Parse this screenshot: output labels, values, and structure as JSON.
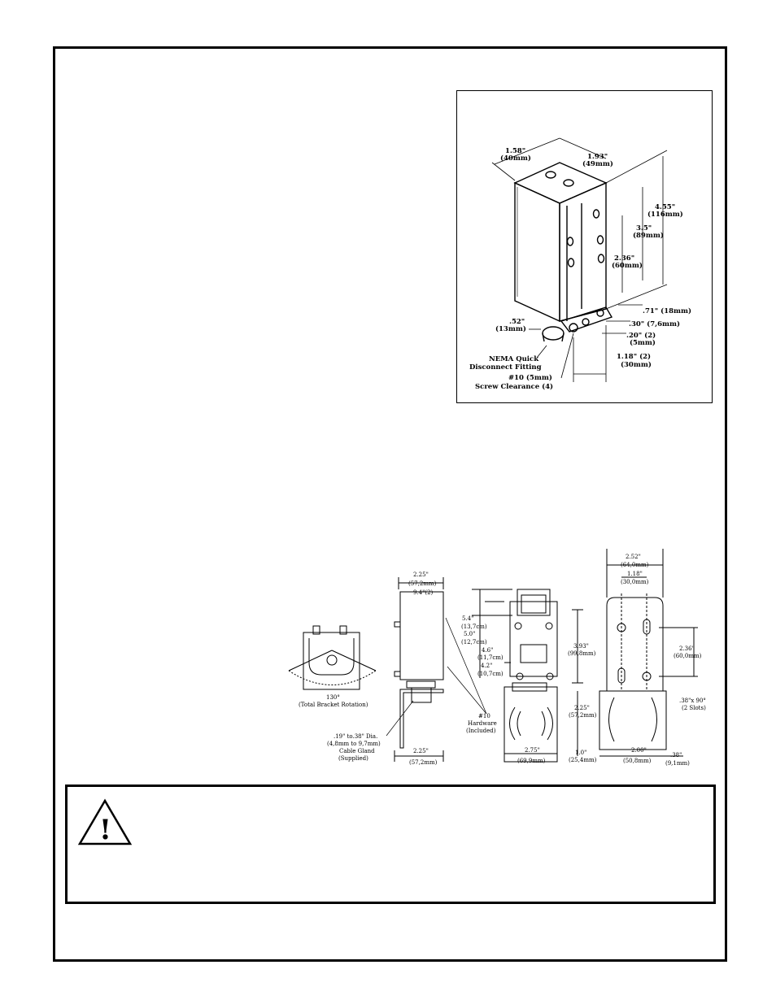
{
  "isometric_dimensions": {
    "width_in": "1.58\"",
    "width_mm": "(40mm)",
    "depth_in": "1.93\"",
    "depth_mm": "(49mm)",
    "height_in": "4.55\"",
    "height_mm": "(116mm)",
    "h2_in": "3.5\"",
    "h2_mm": "(89mm)",
    "h3_in": "2.36\"",
    "h3_mm": "(60mm)",
    "d1": ".71\"  (18mm)",
    "d2": ".30\"  (7,6mm)",
    "d3_in": ".20\"  (2)",
    "d3_mm": "(5mm)",
    "d4_in": "1.18\"  (2)",
    "d4_mm": "(30mm)",
    "d5_in": ".52\"",
    "d5_mm": "(13mm)",
    "fitting_line1": "NEMA Quick",
    "fitting_line2": "Disconnect Fitting",
    "screw_line1": "#10 (5mm)",
    "screw_line2": "Screw Clearance (4)"
  },
  "orthographic_views": {
    "rotation_angle": "130°",
    "rotation_label": "(Total Bracket Rotation)",
    "side_top_in": "2.25\"",
    "side_top_mm": "(57,2mm)",
    "side_top_sub": "9.4\"(2)",
    "side_bottom_in": "2.25\"",
    "side_bottom_mm": "(57,2mm)",
    "gland_line1": ".19\" to.38\" Dia.",
    "gland_line2": "(4,8mm to 9,7mm)",
    "gland_line3": "Cable Gland",
    "gland_line4": "(Supplied)",
    "hardware_line1": "#10",
    "hardware_line2": "Hardware",
    "hardware_line3": "(Included)",
    "front_h1_in": "5.4\"",
    "front_h1_mm": "(13,7cm)",
    "front_h2_in": "5.0\"",
    "front_h2_mm": "(12,7cm)",
    "front_h3_in": "4.6\"",
    "front_h3_mm": "(11,7cm)",
    "front_h4_in": "4.2\"",
    "front_h4_mm": "(10,7cm)",
    "front_h5_in": "3.93\"",
    "front_h5_mm": "(99,8mm)",
    "front_bottom_in": "2.75\"",
    "front_bottom_mm": "(69,9mm)",
    "front_low_in": "2.25\"",
    "front_low_mm": "(57,2mm)",
    "front_foot_in": "1.0\"",
    "front_foot_mm": "(25,4mm)",
    "bracket_top_in": "2.52\"",
    "bracket_top_mm": "(64,0mm)",
    "bracket_mid_in": "1.18\"",
    "bracket_mid_mm": "(30,0mm)",
    "bracket_side_in": "2.36\"",
    "bracket_side_mm": "(60,0mm)",
    "bracket_slot_line1": ".38\"x 90°",
    "bracket_slot_line2": "(2 Slots)",
    "bracket_bottom_in": "2.00\"",
    "bracket_bottom_mm": "(50,8mm)",
    "bracket_edge_in": ".38\"",
    "bracket_edge_mm": "(9,1mm)"
  },
  "warning": {
    "icon": "warning-triangle-icon",
    "symbol": "!"
  }
}
